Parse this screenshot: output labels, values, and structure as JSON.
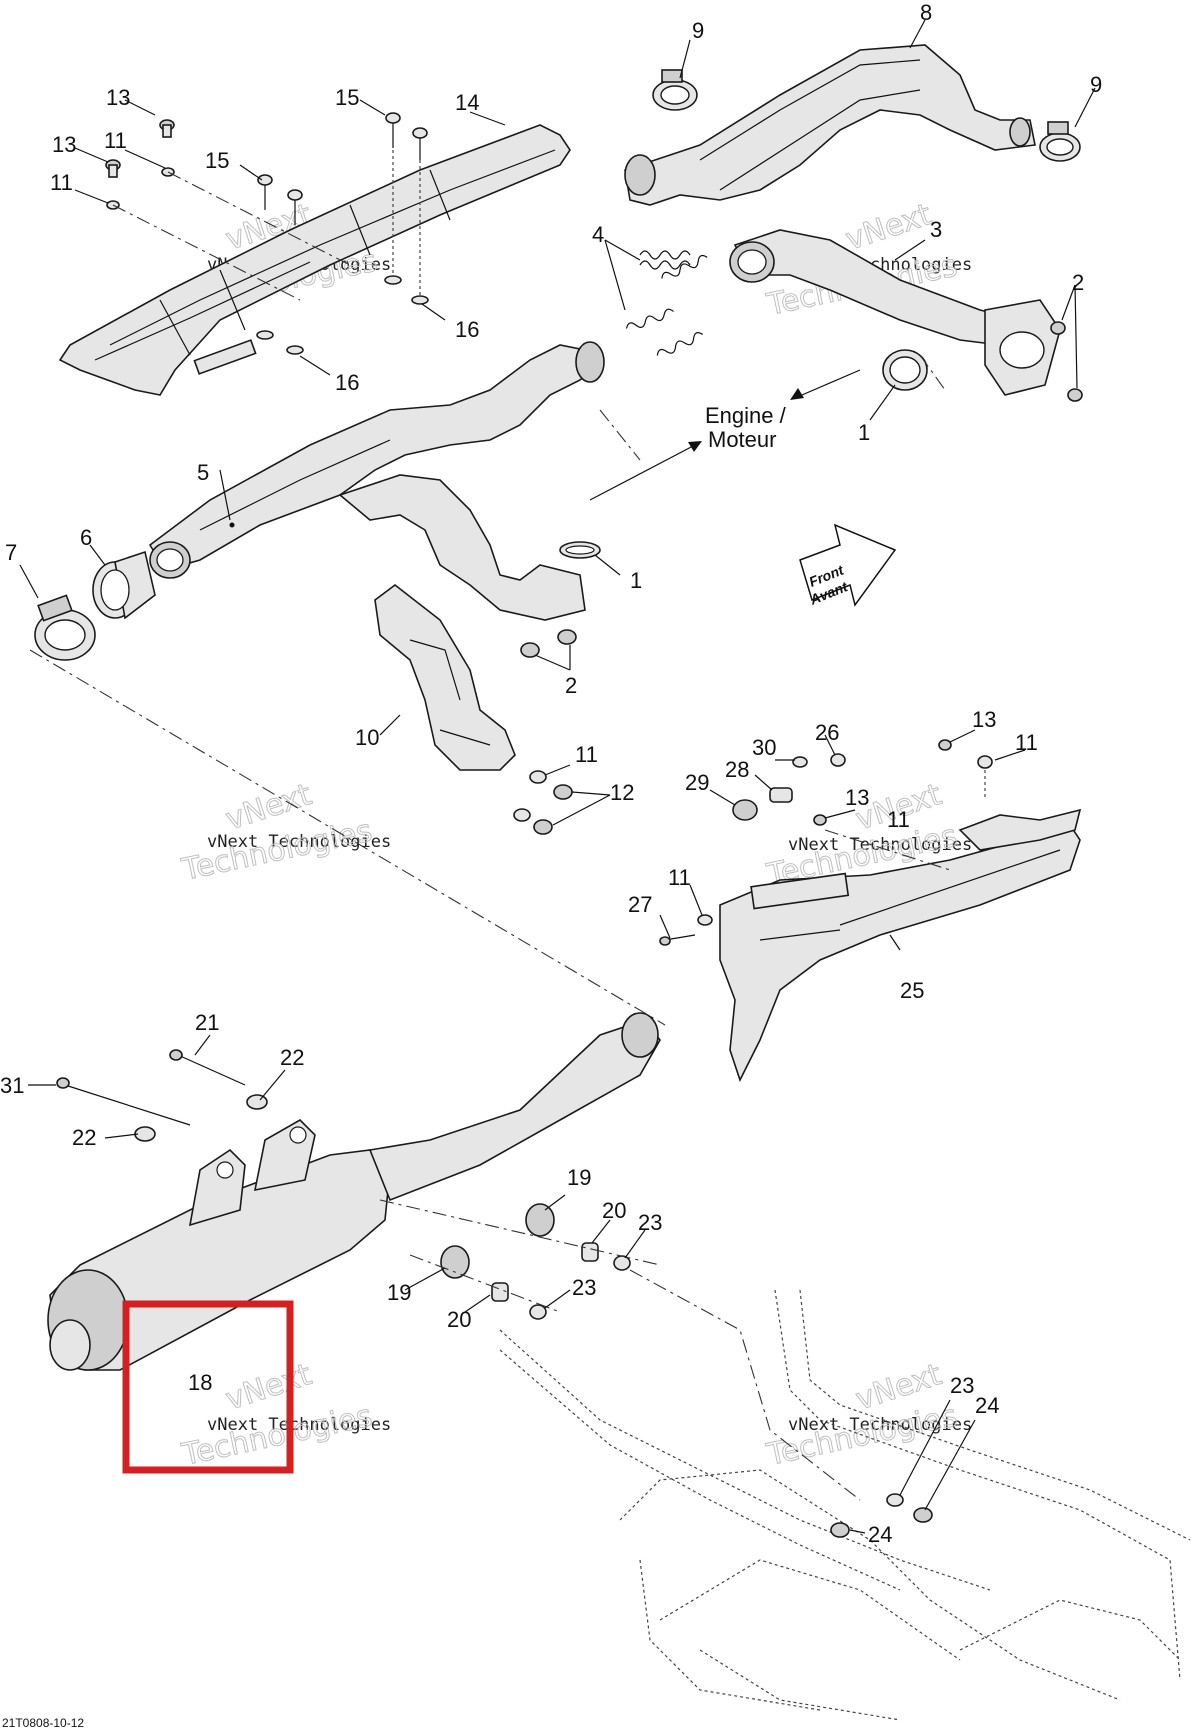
{
  "diagram": {
    "callouts": [
      "1",
      "2",
      "3",
      "4",
      "5",
      "6",
      "7",
      "8",
      "9",
      "10",
      "11",
      "12",
      "13",
      "14",
      "15",
      "16",
      "18",
      "19",
      "20",
      "21",
      "22",
      "23",
      "24",
      "25",
      "26",
      "27",
      "28",
      "29",
      "30",
      "31"
    ],
    "engine_label": [
      "Engine /",
      "Moteur"
    ],
    "front_label": [
      "Front",
      "Avant"
    ],
    "watermark": [
      "vNext Technologies",
      "vNext",
      "Technologies"
    ],
    "reference": "21T0808-10-12",
    "highlight_color": "#d42020",
    "highlighted_part": "18"
  }
}
